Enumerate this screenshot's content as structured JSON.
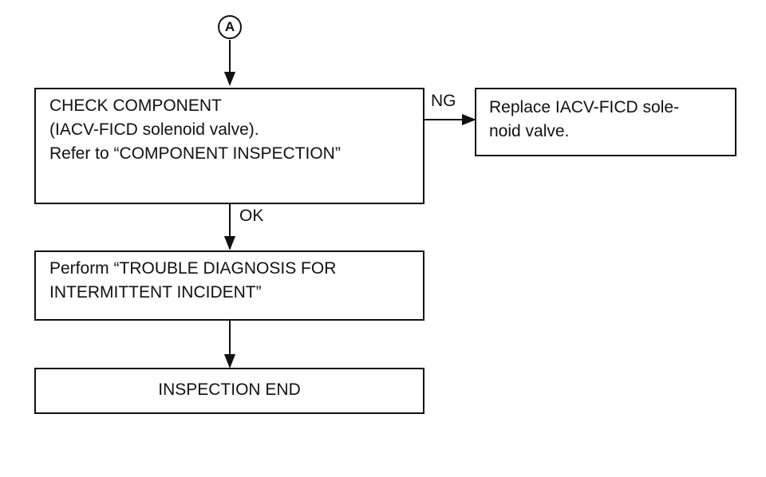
{
  "connector": {
    "label": "A"
  },
  "check_box": {
    "lines": [
      "CHECK COMPONENT",
      "(IACV-FICD solenoid valve).",
      "Refer to “COMPONENT INSPECTION”"
    ]
  },
  "ng_label": "NG",
  "replace_box": {
    "lines": [
      "Replace IACV-FICD sole-",
      "noid valve."
    ]
  },
  "ok_label": "OK",
  "perform_box": {
    "lines": [
      "Perform “TROUBLE DIAGNOSIS FOR",
      "INTERMITTENT INCIDENT”"
    ]
  },
  "end_box": {
    "label": "INSPECTION END"
  }
}
